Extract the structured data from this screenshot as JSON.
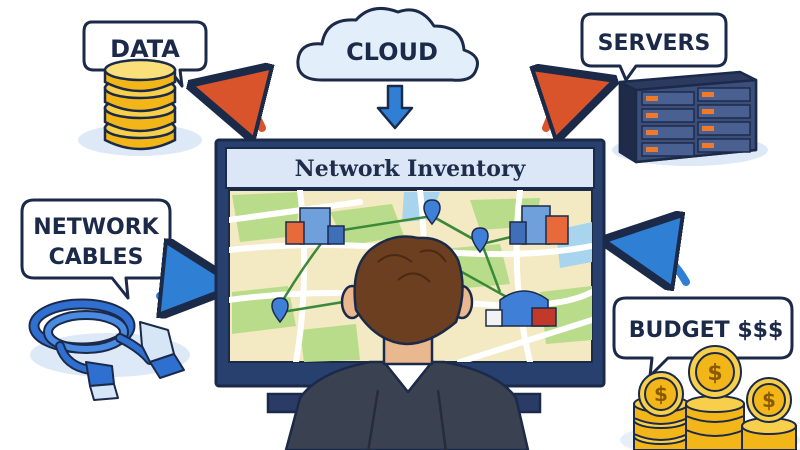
{
  "labels": {
    "data": "DATA",
    "cloud": "CLOUD",
    "servers": "SERVERS",
    "network_cables_line1": "NETWORK",
    "network_cables_line2": "CABLES",
    "budget": "BUDGET $$$",
    "coin_symbol": "$"
  },
  "screen": {
    "title": "Network Inventory"
  },
  "colors": {
    "outline": "#1c2a4a",
    "monitor_frame": "#27406e",
    "title_bar": "#dbe6f6",
    "arrow_orange": "#d9542b",
    "arrow_blue": "#2f7fd4",
    "gold": "#f2b619",
    "gold_dark": "#c98a0c",
    "server_body": "#3b4f7a",
    "led_orange": "#f07a2a",
    "cable_blue": "#2e6fd0",
    "map_base": "#f3e9c2",
    "map_green": "#b9dc8a",
    "map_water": "#a8d4ee",
    "map_route": "#3a8a3a",
    "pin": "#3f7fd8",
    "hair": "#6b3f1f",
    "suit": "#3a4252"
  }
}
